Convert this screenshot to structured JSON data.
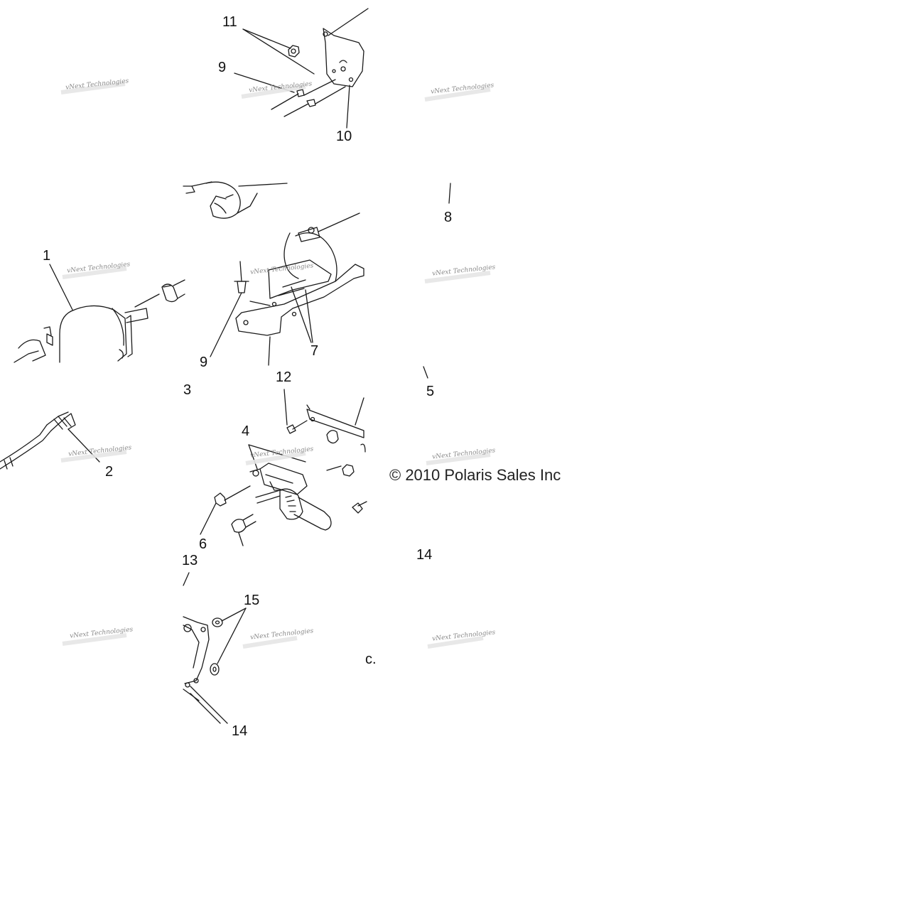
{
  "callouts": {
    "c1": "1",
    "c2": "2",
    "c3": "3",
    "c4": "4",
    "c5": "5",
    "c6": "6",
    "c7": "7",
    "c8": "8",
    "c9a": "9",
    "c9b": "9",
    "c10": "10",
    "c11": "11",
    "c12": "12",
    "c13": "13",
    "c14a": "14",
    "c14b": "14",
    "c15": "15"
  },
  "watermark": {
    "line1": "vNext Technologies",
    "ghost": "Technologies"
  },
  "copyright": "© 2010 Polaris Sales Inc",
  "fragments": {
    "stray_c": "c."
  }
}
